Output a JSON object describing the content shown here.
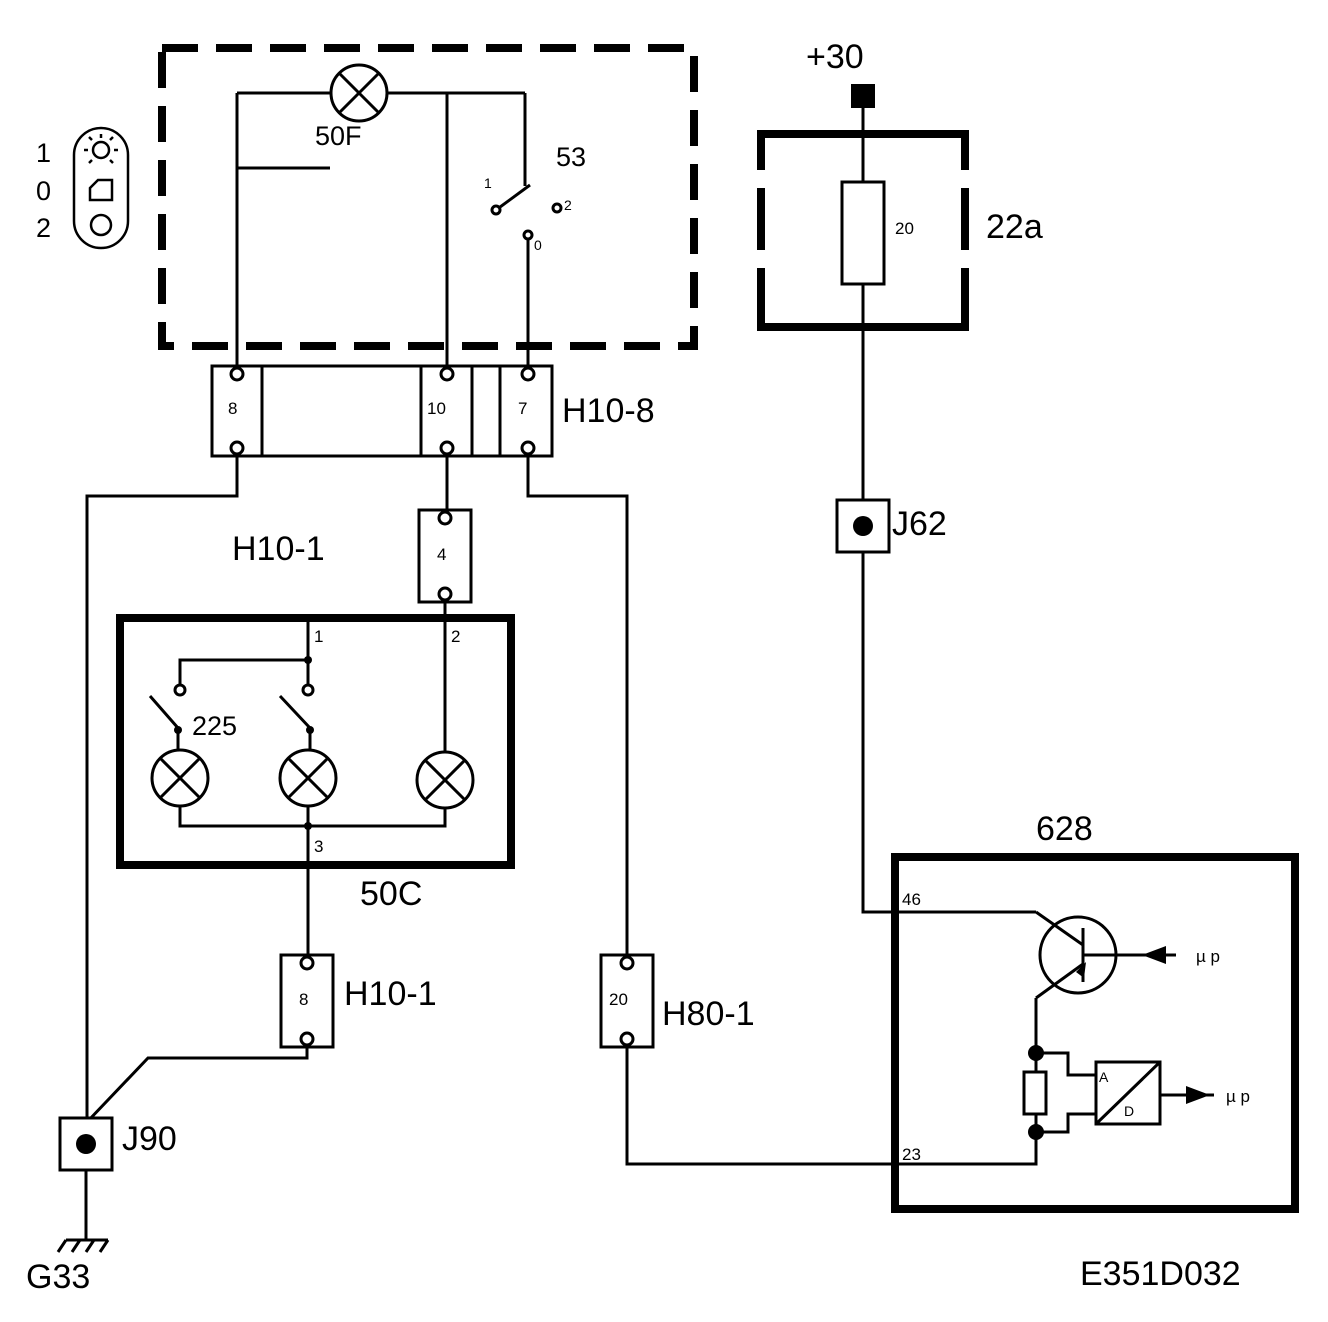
{
  "title_code": "E351D032",
  "supply": "+30",
  "switch_positions": [
    "1",
    "0",
    "2"
  ],
  "components": {
    "lamp_50F": "50F",
    "switch_53": "53",
    "switch_pos_1": "1",
    "switch_pos_2": "2",
    "switch_pos_0": "0",
    "fuse_value": "20",
    "fuse_box": "22a",
    "connector_h10_8": "H10-8",
    "connector_h10_1_upper": "H10-1",
    "connector_h10_1_lower": "H10-1",
    "connector_h80_1": "H80-1",
    "junction_j62": "J62",
    "junction_j90": "J90",
    "ground_g33": "G33",
    "lamp_unit_50c": "50C",
    "door_switch_225": "225",
    "control_unit_628": "628",
    "mu_p_out_1": "µ p",
    "mu_p_out_2": "µ p",
    "ad_a": "A",
    "ad_d": "D"
  },
  "pins": {
    "h10_8_a": "8",
    "h10_8_b": "10",
    "h10_8_c": "7",
    "h10_1_upper": "4",
    "h10_1_lower": "8",
    "h80_1": "20",
    "lamp_unit_pin1": "1",
    "lamp_unit_pin2": "2",
    "lamp_unit_pin3": "3",
    "cu_pin46": "46",
    "cu_pin23": "23"
  }
}
